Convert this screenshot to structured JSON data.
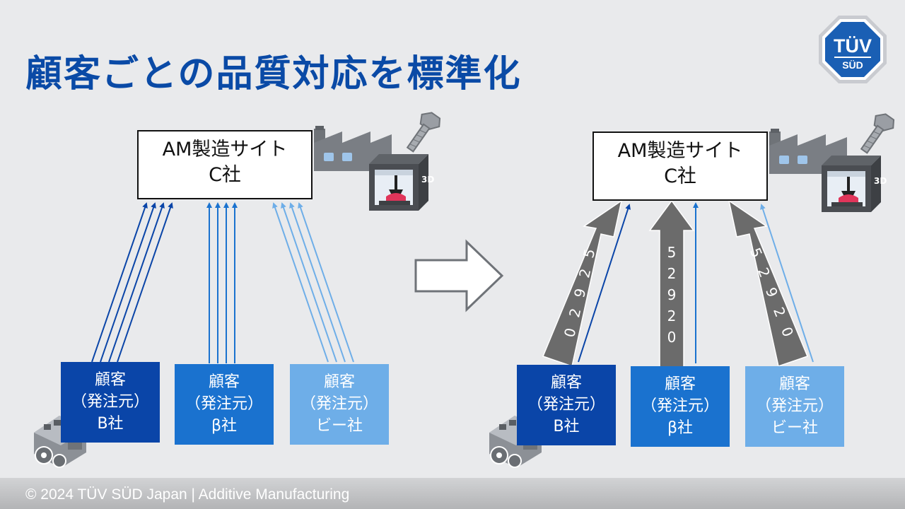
{
  "title": "顧客ごとの品質対応を標準化",
  "logo": {
    "line1": "TÜV",
    "line2": "SÜD"
  },
  "footer": "© 2024 TÜV SÜD Japan | Additive Manufacturing",
  "site": {
    "line1": "AM製造サイト",
    "line2": "C社"
  },
  "customers": [
    {
      "line1": "顧客",
      "line2": "（発注元）",
      "line3": "B社"
    },
    {
      "line1": "顧客",
      "line2": "（発注元）",
      "line3": "β社"
    },
    {
      "line1": "顧客",
      "line2": "（発注元）",
      "line3": "ビー社"
    }
  ],
  "standard_label": [
    "5",
    "2",
    "9",
    "2",
    "0"
  ],
  "colors": {
    "title": "#0a4aa6",
    "customer_b": "#0a45a8",
    "customer_beta": "#1a72cf",
    "customer_bi": "#6eaee8",
    "big_arrow": "#6b6b6b"
  },
  "icons": [
    "factory-icon",
    "3d-printer-icon",
    "bolt-icon",
    "engine-icon",
    "right-arrow-icon"
  ]
}
